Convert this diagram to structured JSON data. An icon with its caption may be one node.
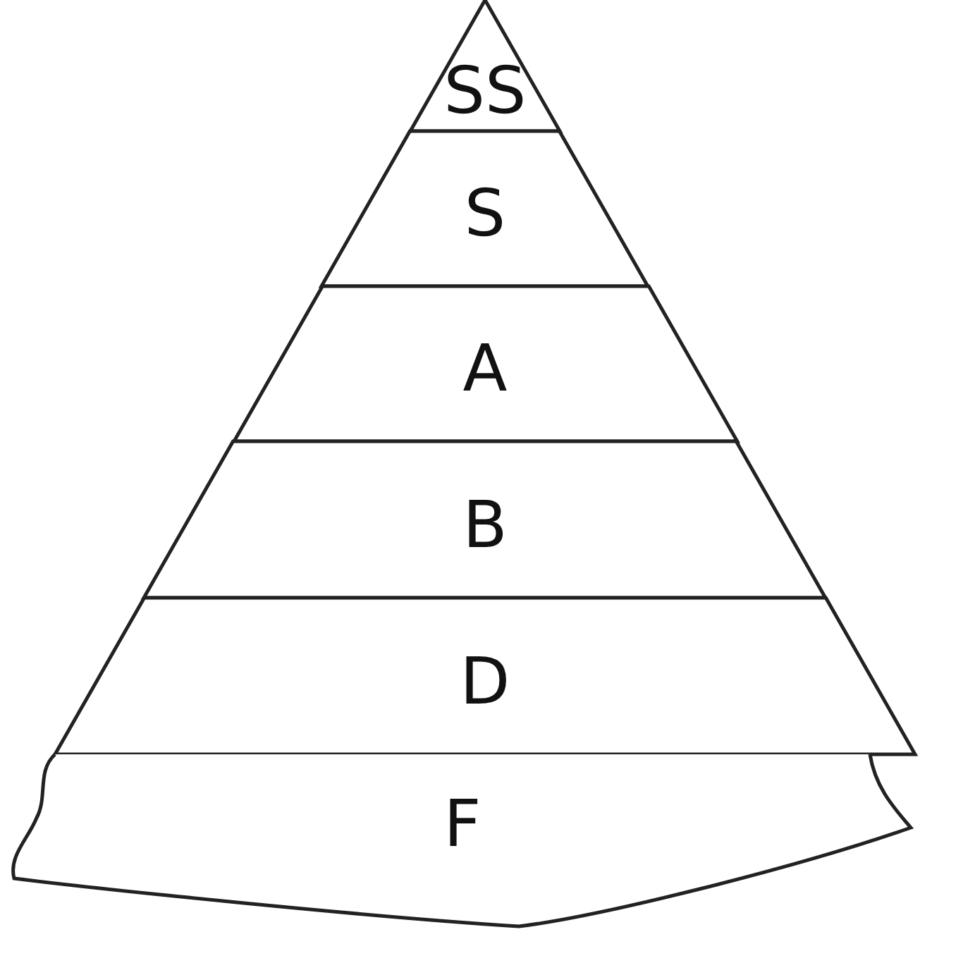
{
  "diagram": {
    "nodes": [
      {
        "text": [
          "SS"
        ]
      },
      {
        "text": [
          "S"
        ]
      },
      {
        "text": [
          "A"
        ]
      },
      {
        "text": [
          "B"
        ]
      },
      {
        "text": [
          "D"
        ]
      },
      {
        "text": [
          "F"
        ]
      }
    ]
  }
}
